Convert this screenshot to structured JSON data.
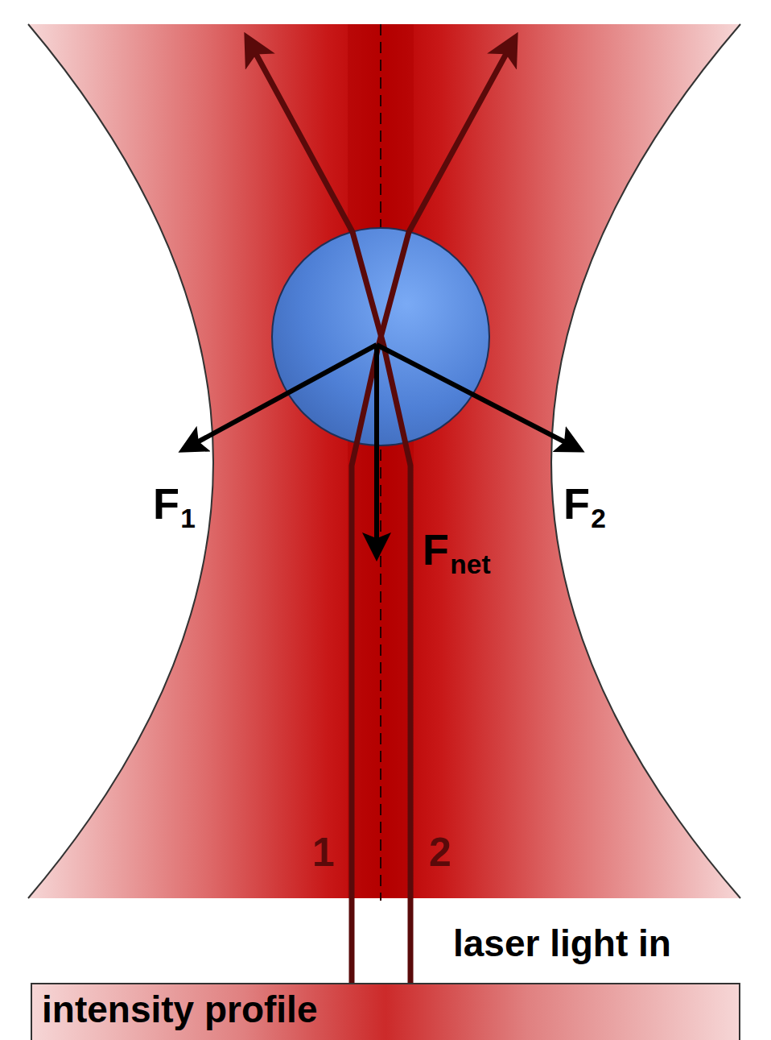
{
  "diagram": {
    "nodes": [
      {
        "text": [
          "intensity profile"
        ]
      }
    ],
    "labels": [
      "F1",
      "F2",
      "Fnet",
      "1",
      "2",
      "laser light in"
    ]
  }
}
